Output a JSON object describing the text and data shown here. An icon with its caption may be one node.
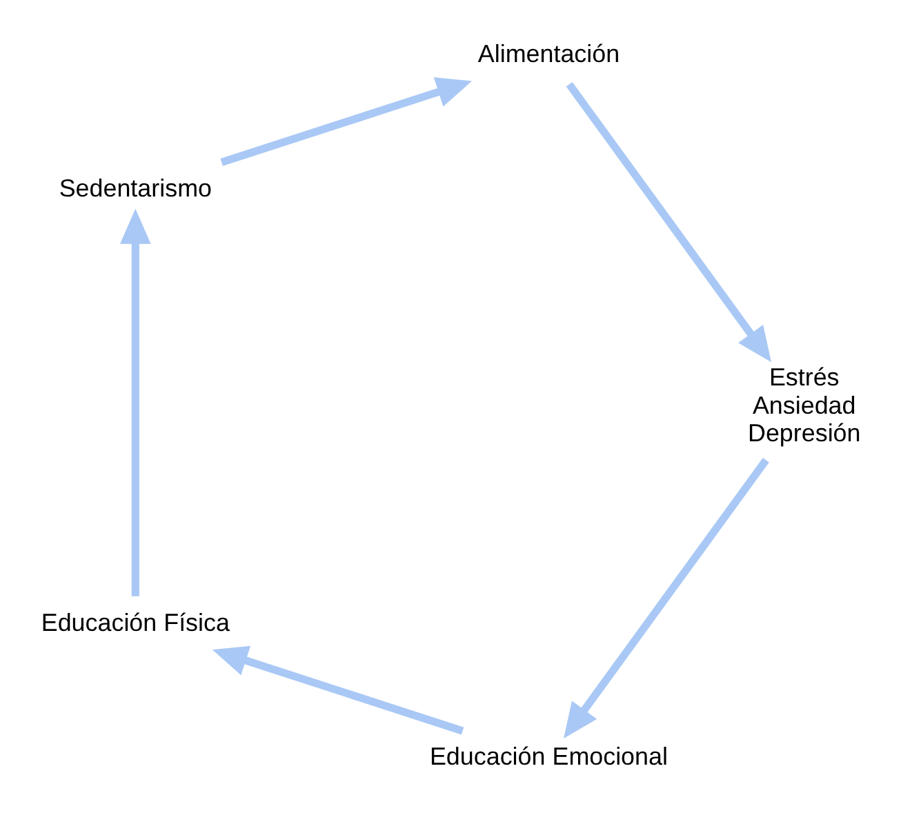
{
  "diagram": {
    "nodes": [
      {
        "text": [
          "Educación Emocional"
        ]
      },
      {
        "text": [
          "Educación Física"
        ]
      },
      {
        "text": [
          "Sedentarismo"
        ]
      },
      {
        "text": [
          "Alimentación"
        ]
      },
      {
        "text": [
          "Estrés",
          "Ansiedad",
          "Depresión"
        ]
      }
    ],
    "edges": [
      {
        "from": 0,
        "to": 1,
        "arrow": "to"
      },
      {
        "from": 1,
        "to": 2,
        "arrow": "to"
      },
      {
        "from": 2,
        "to": 3,
        "arrow": "to"
      },
      {
        "from": 3,
        "to": 4,
        "arrow": "to"
      },
      {
        "from": 4,
        "to": 0,
        "arrow": "to"
      }
    ]
  }
}
